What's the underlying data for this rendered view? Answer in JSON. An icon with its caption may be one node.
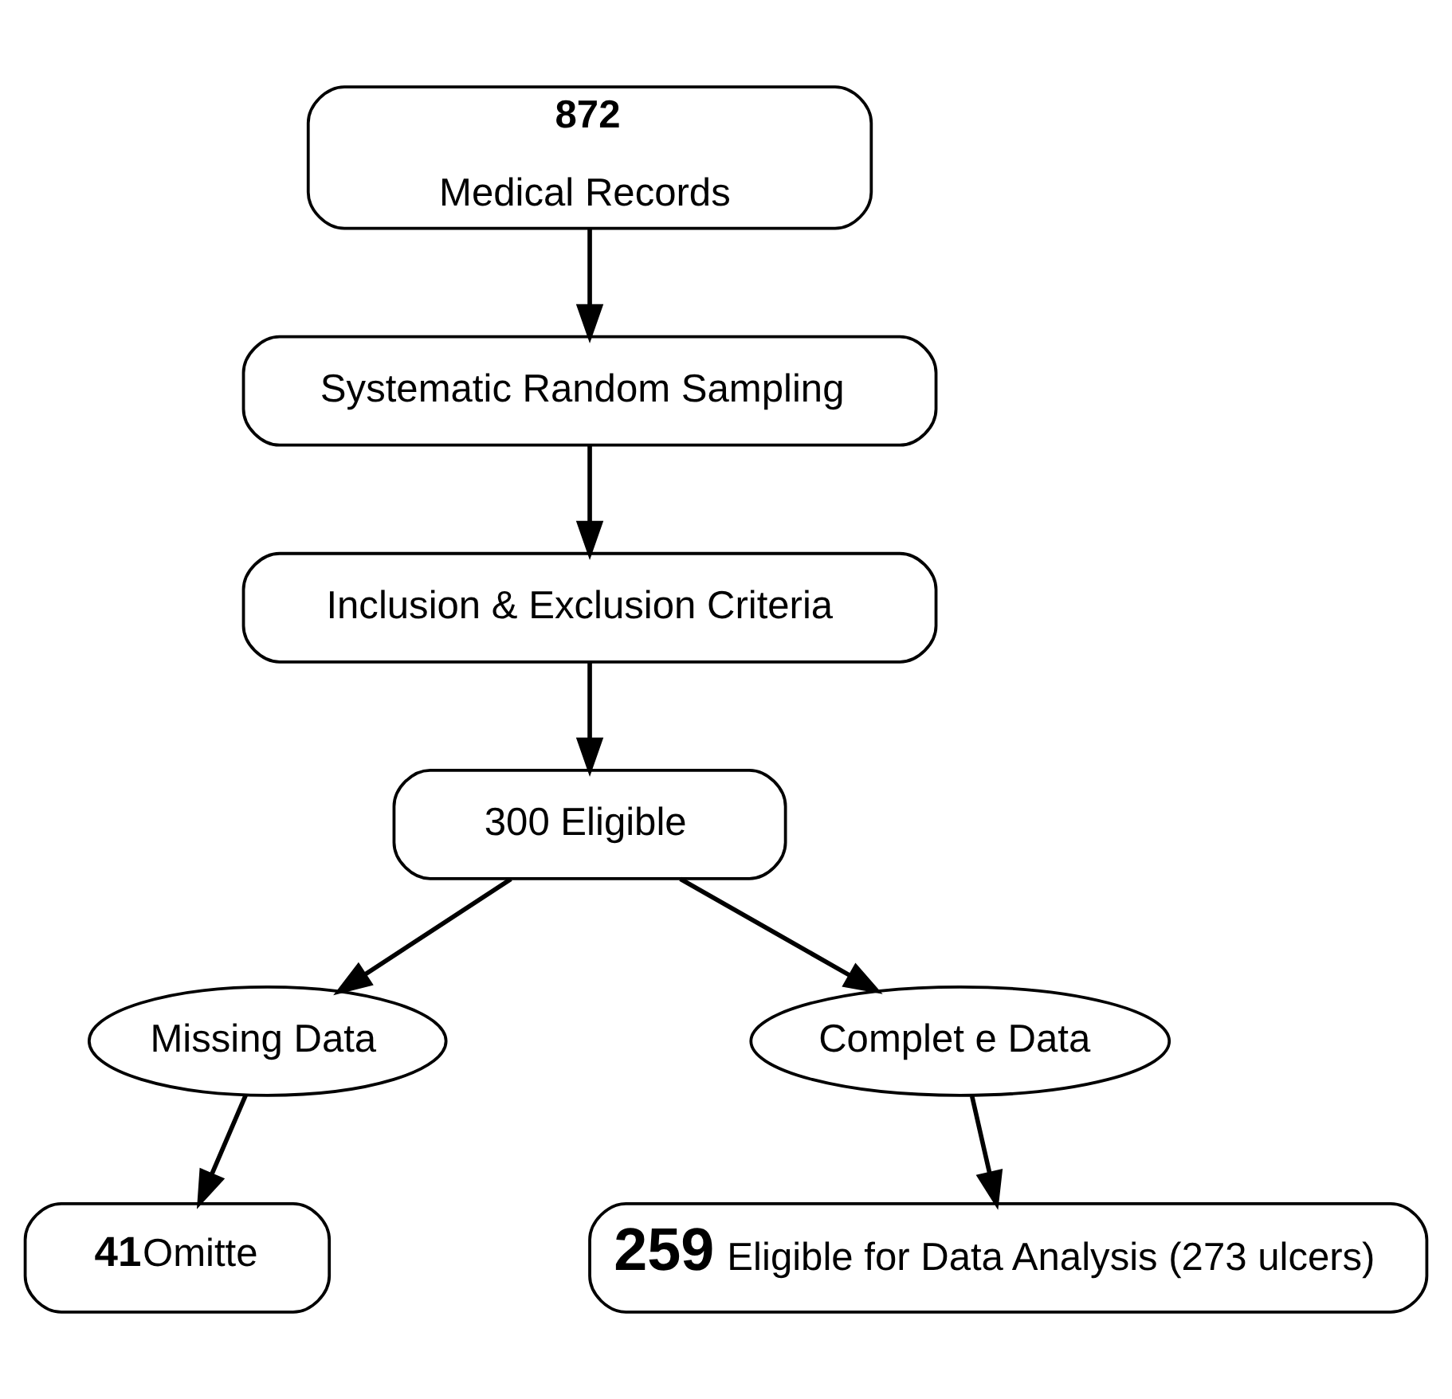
{
  "diagram": {
    "nodes": [
      {
        "text": [
          "872",
          "Medical Records"
        ]
      },
      {
        "text": [
          "Systematic Random Sampling"
        ]
      },
      {
        "text": [
          "Inclusion & Exclusion Criteria"
        ]
      },
      {
        "text": [
          "300 Eligible"
        ]
      },
      {
        "text": [
          "Missing Data"
        ]
      },
      {
        "text": [
          "Complet e Data"
        ]
      },
      {
        "text": [
          "**41**Omitte"
        ]
      },
      {
        "text": [
          "**259** Eligible for Data Analysis (273 ulcers)"
        ]
      }
    ],
    "edges": [
      {
        "from": 0,
        "to": 1,
        "arrow": "to"
      },
      {
        "from": 1,
        "to": 2,
        "arrow": "to"
      },
      {
        "from": 2,
        "to": 3,
        "arrow": "to"
      },
      {
        "from": 3,
        "to": 4,
        "arrow": "to"
      },
      {
        "from": 3,
        "to": 5,
        "arrow": "to"
      },
      {
        "from": 4,
        "to": 6,
        "arrow": "to"
      },
      {
        "from": 5,
        "to": 7,
        "arrow": "to"
      }
    ]
  }
}
